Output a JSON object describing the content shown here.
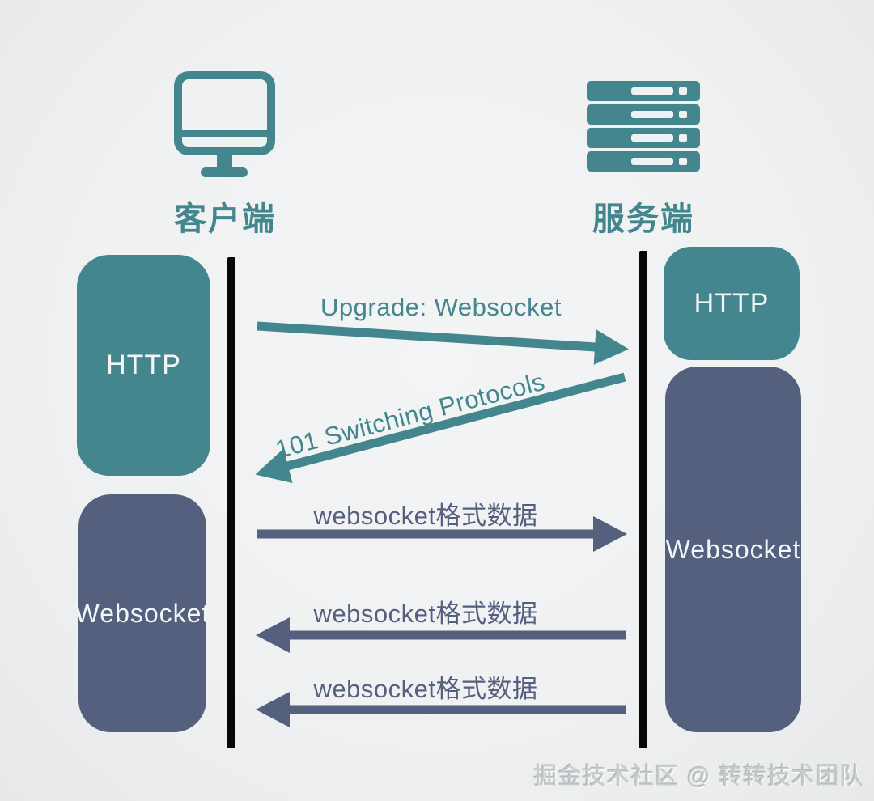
{
  "diagram": {
    "title_implicit": "WebSocket upgrade sequence",
    "actors": {
      "client": {
        "label": "客户端",
        "icon": "monitor-icon"
      },
      "server": {
        "label": "服务端",
        "icon": "server-icon"
      }
    },
    "client_boxes": [
      {
        "label": "HTTP",
        "color": "teal"
      },
      {
        "label": "Websocket",
        "color": "slate"
      }
    ],
    "server_boxes": [
      {
        "label": "HTTP",
        "color": "teal"
      },
      {
        "label": "Websocket",
        "color": "slate"
      }
    ],
    "messages": [
      {
        "label": "Upgrade: Websocket",
        "from": "client",
        "to": "server",
        "color": "teal"
      },
      {
        "label": "101 Switching Protocols",
        "from": "server",
        "to": "client",
        "color": "teal"
      },
      {
        "label": "websocket格式数据",
        "from": "client",
        "to": "server",
        "color": "slate"
      },
      {
        "label": "websocket格式数据",
        "from": "server",
        "to": "client",
        "color": "slate"
      },
      {
        "label": "websocket格式数据",
        "from": "server",
        "to": "client",
        "color": "slate"
      }
    ],
    "watermark": "掘金技术社区 @ 转转技术团队",
    "colors": {
      "teal": "#43868d",
      "slate": "#555f7e",
      "background": "#eff1f2",
      "lifeline": "#070707",
      "box_text": "#f3f6f6",
      "watermark_text": "#c9cccd"
    }
  }
}
